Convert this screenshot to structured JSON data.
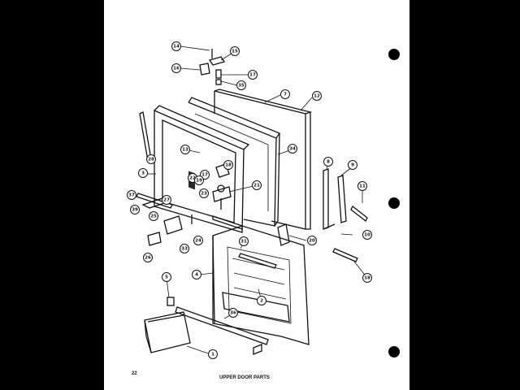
{
  "page_number": "22",
  "caption": "UPPER DOOR PARTS",
  "callouts": [
    "14",
    "15",
    "16",
    "17",
    "35",
    "7",
    "12",
    "13",
    "28",
    "34",
    "8",
    "9",
    "3",
    "22",
    "18",
    "17",
    "19",
    "21",
    "11",
    "37",
    "23",
    "20",
    "39",
    "27",
    "25",
    "10",
    "24",
    "33",
    "31",
    "26",
    "4",
    "18",
    "5",
    "2",
    "36",
    "1"
  ]
}
